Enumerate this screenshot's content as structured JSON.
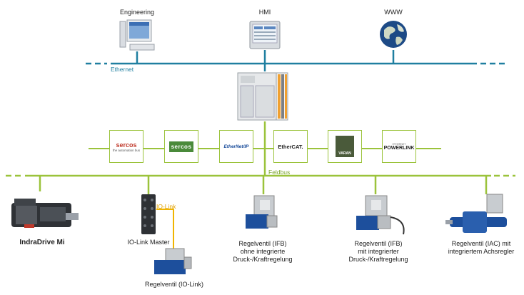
{
  "nodes": {
    "engineering": "Engineering",
    "hmi": "HMI",
    "www": "WWW"
  },
  "buses": {
    "ethernet": "Ethernet",
    "feldbus": "Feldbus",
    "iolink": "IO-Link"
  },
  "protocols": {
    "sercos": "sercos",
    "sercos_tagline": "the automation bus",
    "sercos3": "sercos",
    "ethernetip": "EtherNet/IP",
    "ethercat": "EtherCAT.",
    "varan": "VARAN",
    "powerlink_small": "ETHERNET",
    "powerlink": "POWERLINK"
  },
  "devices": {
    "indradrive": "IndraDrive Mi",
    "iolink_master": "IO-Link Master",
    "ifb_without_1": "Regelventil (IFB)",
    "ifb_without_2": "ohne integrierte",
    "ifb_without_3": "Druck-/Kraftregelung",
    "ifb_with_1": "Regelventil (IFB)",
    "ifb_with_2": "mit integrierter",
    "ifb_with_3": "Druck-/Kraftregelung",
    "iac_1": "Regelventil (IAC) mit",
    "iac_2": "integriertem Achsregler",
    "iolink_valve": "Regelventil (IO-Link)"
  },
  "colors": {
    "ethernet_line": "#1f7fa0",
    "feldbus_line": "#9bc33b",
    "iolink_line": "#f0b400",
    "valve_blue": "#1d4f9c",
    "device_gray": "#c8ccd0"
  },
  "icons": [
    "computer-icon",
    "hmi-panel-icon",
    "globe-icon",
    "controller-icon",
    "drive-icon",
    "valve-icon"
  ]
}
